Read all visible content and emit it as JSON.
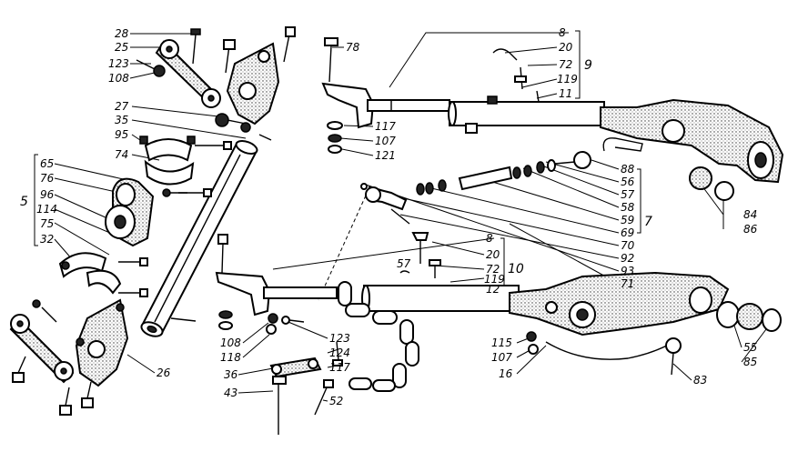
{
  "labels": {
    "l28": "28",
    "l25": "25",
    "l123a": "123",
    "l108a": "108",
    "l27": "27",
    "l35": "35",
    "l95": "95",
    "l74": "74",
    "l65": "65",
    "l76": "76",
    "l96": "96",
    "l5": "5",
    "l114": "114",
    "l75": "75",
    "l32": "32",
    "l78": "78",
    "l8a": "8",
    "l20a": "20",
    "l72a": "72",
    "l9": "9",
    "l119a": "119",
    "l11": "11",
    "l117a": "117",
    "l107a": "107",
    "l121": "121",
    "l88": "88",
    "l56": "56",
    "l57a": "57",
    "l58": "58",
    "l59": "59",
    "l7": "7",
    "l69": "69",
    "l70": "70",
    "l92": "92",
    "l93": "93",
    "l71": "71",
    "l84": "84",
    "l86": "86",
    "l8b": "8",
    "l57b": "57",
    "l20b": "20",
    "l72b": "72",
    "l10": "10",
    "l119b": "119",
    "l12": "12",
    "l108b": "108",
    "l118": "118",
    "l123b": "123",
    "l124": "124",
    "l117b": "117",
    "l36": "36",
    "l43": "43",
    "l52": "52",
    "l115": "115",
    "l107b": "107",
    "l16": "16",
    "l83": "83",
    "l55": "55",
    "l85": "85",
    "l26": "26"
  }
}
